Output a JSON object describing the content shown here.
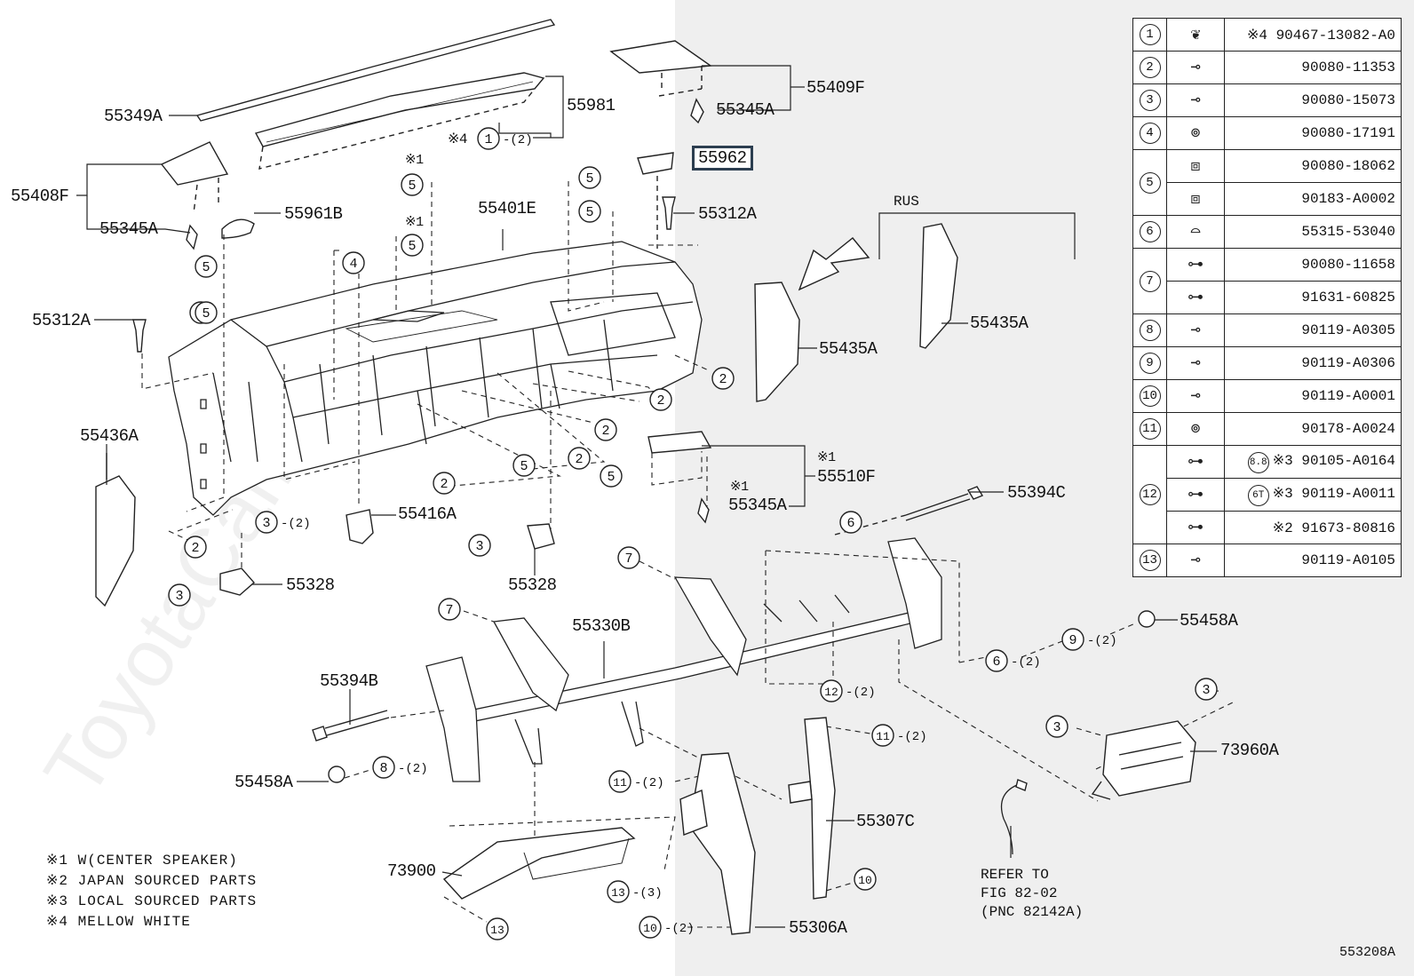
{
  "labels": {
    "p55349A": "55349A",
    "p55981": "55981",
    "p55409F": "55409F",
    "p55345A_top": "55345A",
    "p55962": "55962",
    "p55408F": "55408F",
    "p55345A_left": "55345A",
    "p55961B": "55961B",
    "p55401E": "55401E",
    "p55312A_right": "55312A",
    "p55312A_left": "55312A",
    "p55435A_mid": "55435A",
    "p55435A_rus": "55435A",
    "p55436A": "55436A",
    "p55510F": "55510F",
    "p55345A_low": "55345A",
    "p55394C": "55394C",
    "p55416A": "55416A",
    "p55328_left": "55328",
    "p55328_mid": "55328",
    "p55330B": "55330B",
    "p55458A_right": "55458A",
    "p55394B": "55394B",
    "p55458A_left": "55458A",
    "p73960A": "73960A",
    "p55307C": "55307C",
    "p73900": "73900",
    "p55306A": "55306A"
  },
  "callouts": {
    "c_top_4": "※4",
    "c_x1_a": "※1",
    "c_x1_b": "※1",
    "c_x1_c": "※1",
    "c_x1_d": "※1"
  },
  "rus_label": "RUS",
  "notes": [
    "※1 W(CENTER SPEAKER)",
    "※2 JAPAN SOURCED PARTS",
    "※3 LOCAL SOURCED PARTS",
    "※4 MELLOW WHITE"
  ],
  "refer_text": "REFER TO\nFIG 82-02\n(PNC 82142A)",
  "figure_id": "553208A",
  "watermark": "ToyotaCamry.ru",
  "parts_table": [
    {
      "idx": "1",
      "icon": "clip-icon",
      "glyph": "❦",
      "mark": "",
      "pn": "※4 90467-13082-A0"
    },
    {
      "idx": "2",
      "icon": "bolt-icon",
      "glyph": "⊸",
      "mark": "",
      "pn": "90080-11353"
    },
    {
      "idx": "3",
      "icon": "bolt-icon",
      "glyph": "⊸",
      "mark": "",
      "pn": "90080-15073"
    },
    {
      "idx": "4",
      "icon": "nut-icon",
      "glyph": "⊚",
      "mark": "",
      "pn": "90080-17191"
    },
    {
      "idx": "5",
      "icon": "clip-nut-icon",
      "glyph": "⧈",
      "mark": "",
      "pn": "90080-18062"
    },
    {
      "idx": "",
      "icon": "clip-nut-icon",
      "glyph": "⧈",
      "mark": "",
      "pn": "90183-A0002"
    },
    {
      "idx": "6",
      "icon": "retainer-icon",
      "glyph": "⌓",
      "mark": "",
      "pn": "55315-53040"
    },
    {
      "idx": "7",
      "icon": "screw-icon",
      "glyph": "⊶",
      "mark": "",
      "pn": "90080-11658"
    },
    {
      "idx": "",
      "icon": "screw-icon",
      "glyph": "⊶",
      "mark": "",
      "pn": "91631-60825"
    },
    {
      "idx": "8",
      "icon": "bolt-icon",
      "glyph": "⊸",
      "mark": "",
      "pn": "90119-A0305"
    },
    {
      "idx": "9",
      "icon": "bolt-icon",
      "glyph": "⊸",
      "mark": "",
      "pn": "90119-A0306"
    },
    {
      "idx": "10",
      "icon": "bolt-icon",
      "glyph": "⊸",
      "mark": "",
      "pn": "90119-A0001"
    },
    {
      "idx": "11",
      "icon": "nut-icon",
      "glyph": "⊚",
      "mark": "",
      "pn": "90178-A0024"
    },
    {
      "idx": "12",
      "icon": "flange-bolt-icon",
      "glyph": "⊶",
      "mark": "8.8",
      "pn": "※3 90105-A0164"
    },
    {
      "idx": "",
      "icon": "flange-bolt-icon",
      "glyph": "⊶",
      "mark": "6T",
      "pn": "※3 90119-A0011"
    },
    {
      "idx": "",
      "icon": "flange-bolt-icon",
      "glyph": "⊶",
      "mark": "",
      "pn": "※2 91673-80816"
    },
    {
      "idx": "13",
      "icon": "bolt-icon",
      "glyph": "⊸",
      "mark": "",
      "pn": "90119-A0105"
    }
  ],
  "circle_refs": [
    {
      "id": "r1",
      "n": "1",
      "q": "(2)"
    },
    {
      "id": "r2",
      "n": "5",
      "q": ""
    },
    {
      "id": "r3",
      "n": "5",
      "q": ""
    },
    {
      "id": "r4",
      "n": "5",
      "q": ""
    },
    {
      "id": "r5",
      "n": "5",
      "q": ""
    },
    {
      "id": "r6",
      "n": "4",
      "q": ""
    },
    {
      "id": "r7",
      "n": "5",
      "q": ""
    },
    {
      "id": "r8",
      "n": "5",
      "q": ""
    },
    {
      "id": "r9",
      "n": "2",
      "q": ""
    },
    {
      "id": "r10",
      "n": "2",
      "q": ""
    },
    {
      "id": "r11",
      "n": "2",
      "q": ""
    },
    {
      "id": "r12",
      "n": "2",
      "q": ""
    },
    {
      "id": "r13",
      "n": "5",
      "q": ""
    },
    {
      "id": "r14",
      "n": "5",
      "q": ""
    },
    {
      "id": "r15",
      "n": "2",
      "q": ""
    },
    {
      "id": "r16",
      "n": "3",
      "q": "(2)"
    },
    {
      "id": "r17",
      "n": "2",
      "q": ""
    },
    {
      "id": "r18",
      "n": "3",
      "q": ""
    },
    {
      "id": "r19",
      "n": "3",
      "q": ""
    },
    {
      "id": "r20",
      "n": "6",
      "q": ""
    },
    {
      "id": "r21",
      "n": "7",
      "q": ""
    },
    {
      "id": "r22",
      "n": "7",
      "q": ""
    },
    {
      "id": "r23",
      "n": "9",
      "q": "(2)"
    },
    {
      "id": "r24",
      "n": "6",
      "q": "(2)"
    },
    {
      "id": "r25",
      "n": "12",
      "q": "(2)"
    },
    {
      "id": "r26",
      "n": "8",
      "q": "(2)"
    },
    {
      "id": "r27",
      "n": "11",
      "q": "(2)"
    },
    {
      "id": "r28",
      "n": "11",
      "q": "(2)"
    },
    {
      "id": "r29",
      "n": "3",
      "q": ""
    },
    {
      "id": "r30",
      "n": "3",
      "q": ""
    },
    {
      "id": "r31",
      "n": "13",
      "q": "(3)"
    },
    {
      "id": "r32",
      "n": "10",
      "q": ""
    },
    {
      "id": "r33",
      "n": "10",
      "q": "(2)"
    },
    {
      "id": "r34",
      "n": "13",
      "q": ""
    },
    {
      "id": "r35",
      "n": "5",
      "q": ""
    }
  ]
}
